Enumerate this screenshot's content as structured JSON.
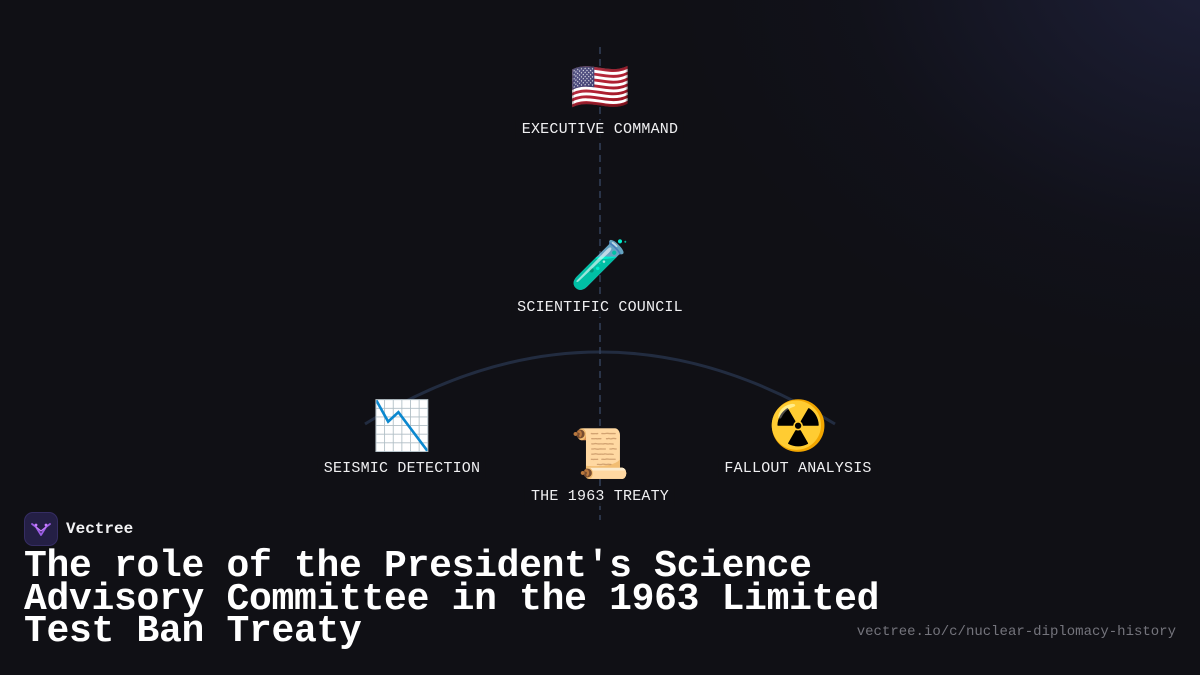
{
  "diagram": {
    "nodes": [
      {
        "id": "executive",
        "label": "EXECUTIVE COMMAND",
        "emoji": "🇺🇸"
      },
      {
        "id": "council",
        "label": "SCIENTIFIC COUNCIL",
        "emoji": "🧪"
      },
      {
        "id": "seismic",
        "label": "SEISMIC DETECTION",
        "emoji": "📉"
      },
      {
        "id": "treaty",
        "label": "THE 1963 TREATY",
        "emoji": "📜"
      },
      {
        "id": "fallout",
        "label": "FALLOUT ANALYSIS",
        "emoji": "☢️"
      }
    ],
    "colors": {
      "connector": "#33405a",
      "arc": "#222c40"
    }
  },
  "brand": {
    "name": "Vectree",
    "logo_icon": "vectree-logo-icon",
    "logo_color": "#9b5de5"
  },
  "title": "The role of the President's Science Advisory Committee in the 1963 Limited Test Ban Treaty",
  "url": "vectree.io/c/nuclear-diplomacy-history"
}
